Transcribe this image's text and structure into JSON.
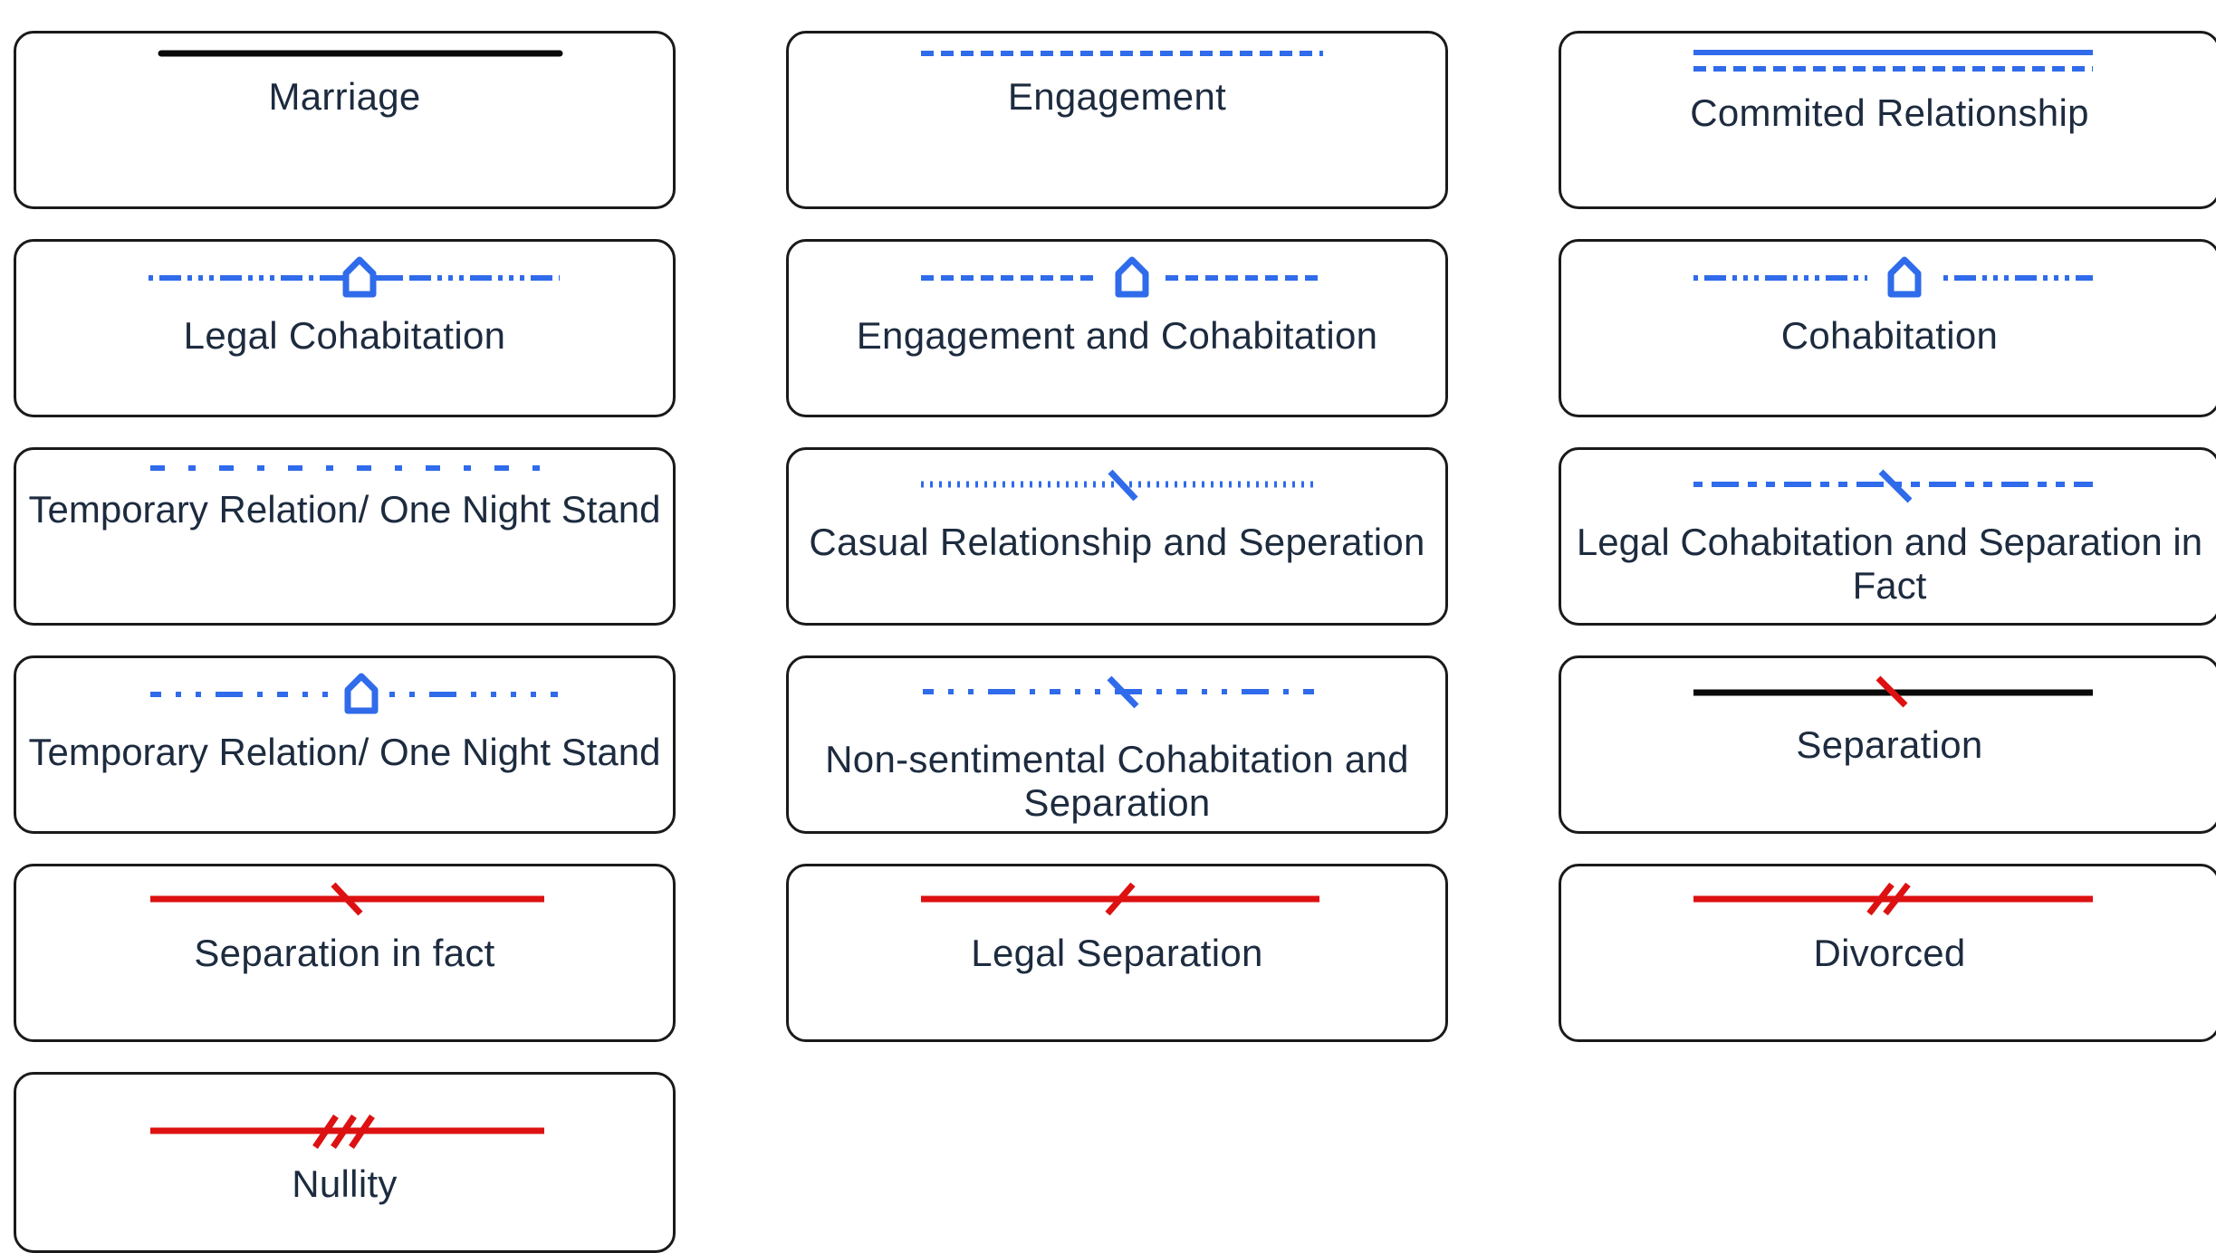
{
  "colors": {
    "blue": "#2f6bea",
    "black": "#0a0a0a",
    "red": "#dd1111",
    "text": "#1d2b3f",
    "border": "#1a1a1a"
  },
  "relationships": [
    {
      "label": "Marriage",
      "line_style": "solid",
      "color": "black",
      "icon": "none"
    },
    {
      "label": "Engagement",
      "line_style": "dashed",
      "color": "blue",
      "icon": "none"
    },
    {
      "label": "Commited Relationship",
      "line_style": "solid-over-dashed",
      "color": "blue",
      "icon": "none"
    },
    {
      "label": "Legal Cohabitation",
      "line_style": "dash-dot-dot",
      "color": "blue",
      "icon": "house-icon"
    },
    {
      "label": "Engagement and Cohabitation",
      "line_style": "dashed",
      "color": "blue",
      "icon": "house-icon"
    },
    {
      "label": "Cohabitation",
      "line_style": "dash-dot-dot",
      "color": "blue",
      "icon": "house-icon"
    },
    {
      "label": "Temporary Relation/ One Night Stand",
      "line_style": "dash-dot",
      "color": "blue",
      "icon": "none"
    },
    {
      "label": "Casual Relationship and Seperation",
      "line_style": "dotted",
      "color": "blue",
      "icon": "separation-slash-icon"
    },
    {
      "label": "Legal Cohabitation and Separation in Fact",
      "line_style": "dash-dot",
      "color": "blue",
      "icon": "separation-slash-icon"
    },
    {
      "label": "Temporary Relation/ One Night Stand",
      "line_style": "dot-dot-dash",
      "color": "blue",
      "icon": "house-icon"
    },
    {
      "label": "Non-sentimental Cohabitation and Separation",
      "line_style": "dot-dot-dash",
      "color": "blue",
      "icon": "separation-slash-icon"
    },
    {
      "label": "Separation",
      "line_style": "solid",
      "color": "black",
      "icon": "red-slash-icon"
    },
    {
      "label": "Separation in fact",
      "line_style": "solid",
      "color": "red",
      "icon": "backslash-icon"
    },
    {
      "label": "Legal Separation",
      "line_style": "solid",
      "color": "red",
      "icon": "forward-slash-icon"
    },
    {
      "label": "Divorced",
      "line_style": "solid",
      "color": "red",
      "icon": "double-slash-icon"
    },
    {
      "label": "Nullity",
      "line_style": "solid",
      "color": "red",
      "icon": "triple-slash-icon"
    }
  ]
}
